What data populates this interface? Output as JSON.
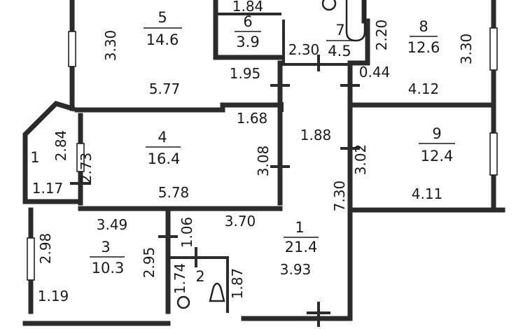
{
  "rooms": [
    {
      "number": "5",
      "area": "14.6"
    },
    {
      "number": "6",
      "area": "3.9"
    },
    {
      "number": "7",
      "area": "4.5"
    },
    {
      "number": "8",
      "area": "12.6"
    },
    {
      "number": "4",
      "area": "16.4"
    },
    {
      "number": "9",
      "area": "12.4"
    },
    {
      "number": "1",
      "area": "21.4"
    },
    {
      "number": "3",
      "area": "10.3"
    },
    {
      "number": "2",
      "area": ""
    },
    {
      "number": "1",
      "area": ""
    }
  ],
  "dimensions": [
    "1.84",
    "3.30",
    "5.77",
    "1.95",
    "2.30",
    "2.20",
    "3.30",
    "0.44",
    "4.12",
    "1.68",
    "2.84",
    "2.73",
    "3.08",
    "1.88",
    "3.02",
    "5.78",
    "4.11",
    "1.17",
    "7.30",
    "3.49",
    "1.06",
    "3.70",
    "2.98",
    "2.95",
    "3.93",
    "1.74",
    "1.87",
    "1.19"
  ]
}
